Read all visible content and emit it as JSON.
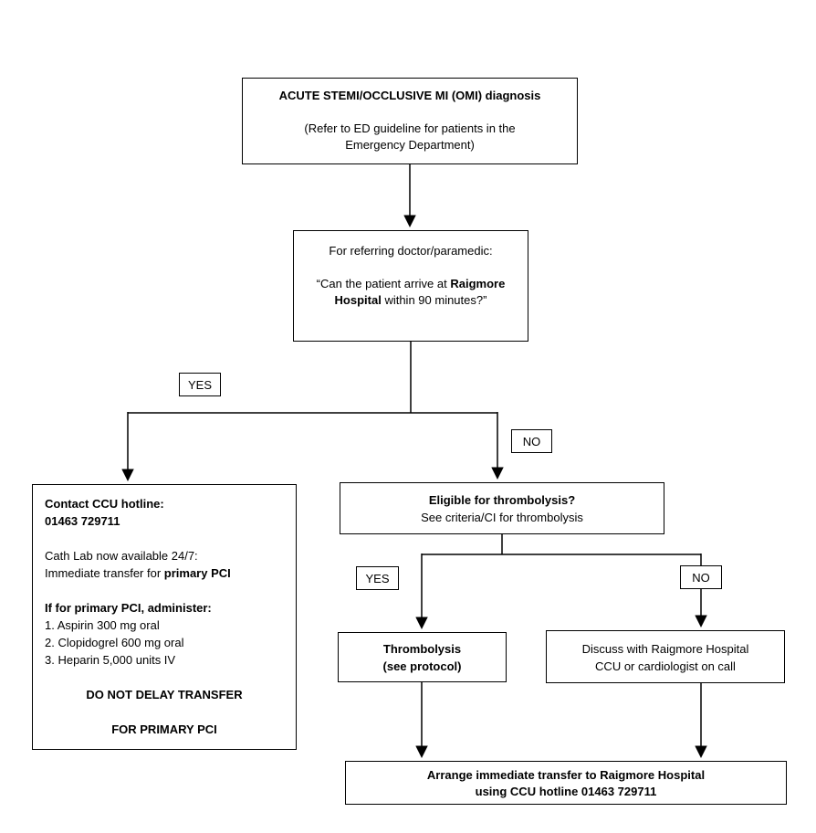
{
  "flowchart": {
    "diagnosis_box": {
      "title": "ACUTE STEMI/OCCLUSIVE MI (OMI) diagnosis",
      "subtitle_line1": "(Refer to ED guideline for patients in the",
      "subtitle_line2": "Emergency Department)"
    },
    "referral_box": {
      "line1": "For referring doctor/paramedic:",
      "question_prefix": "“Can the patient arrive at ",
      "question_bold": "Raigmore Hospital",
      "question_suffix": " within 90 minutes?”"
    },
    "labels": {
      "yes1": "YES",
      "no1": "NO",
      "yes2": "YES",
      "no2": "NO"
    },
    "pci_box": {
      "hotline_label": "Contact CCU hotline:",
      "hotline_number": "01463 729711",
      "cathlab_line1": "Cath Lab now available 24/7:",
      "cathlab_line2_prefix": "Immediate transfer for ",
      "cathlab_line2_bold": "primary PCI",
      "administer_heading": "If for primary PCI, administer:",
      "administer_items": [
        "1. Aspirin 300 mg oral",
        "2. Clopidogrel 600 mg oral",
        "3. Heparin 5,000 units IV"
      ],
      "warning_line1": "DO NOT DELAY TRANSFER",
      "warning_line2": "FOR PRIMARY PCI"
    },
    "eligibility_box": {
      "title": "Eligible for thrombolysis?",
      "subtitle": "See criteria/CI for thrombolysis"
    },
    "thrombolysis_box": {
      "line1": "Thrombolysis",
      "line2": "(see protocol)"
    },
    "discuss_box": {
      "line1": "Discuss with Raigmore Hospital",
      "line2": "CCU or cardiologist on call"
    },
    "transfer_box": {
      "line1": "Arrange immediate transfer to Raigmore Hospital",
      "line2": "using CCU hotline 01463 729711"
    }
  }
}
